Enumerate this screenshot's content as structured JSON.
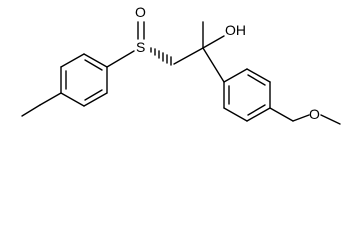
{
  "molecule": {
    "atoms": {
      "sulfinyl_oxygen": "O",
      "sulfur": "S",
      "hydroxyl": "OH",
      "methoxy_oxygen": "O"
    }
  },
  "colors": {
    "background": "#ffffff",
    "ink": "#000000"
  }
}
